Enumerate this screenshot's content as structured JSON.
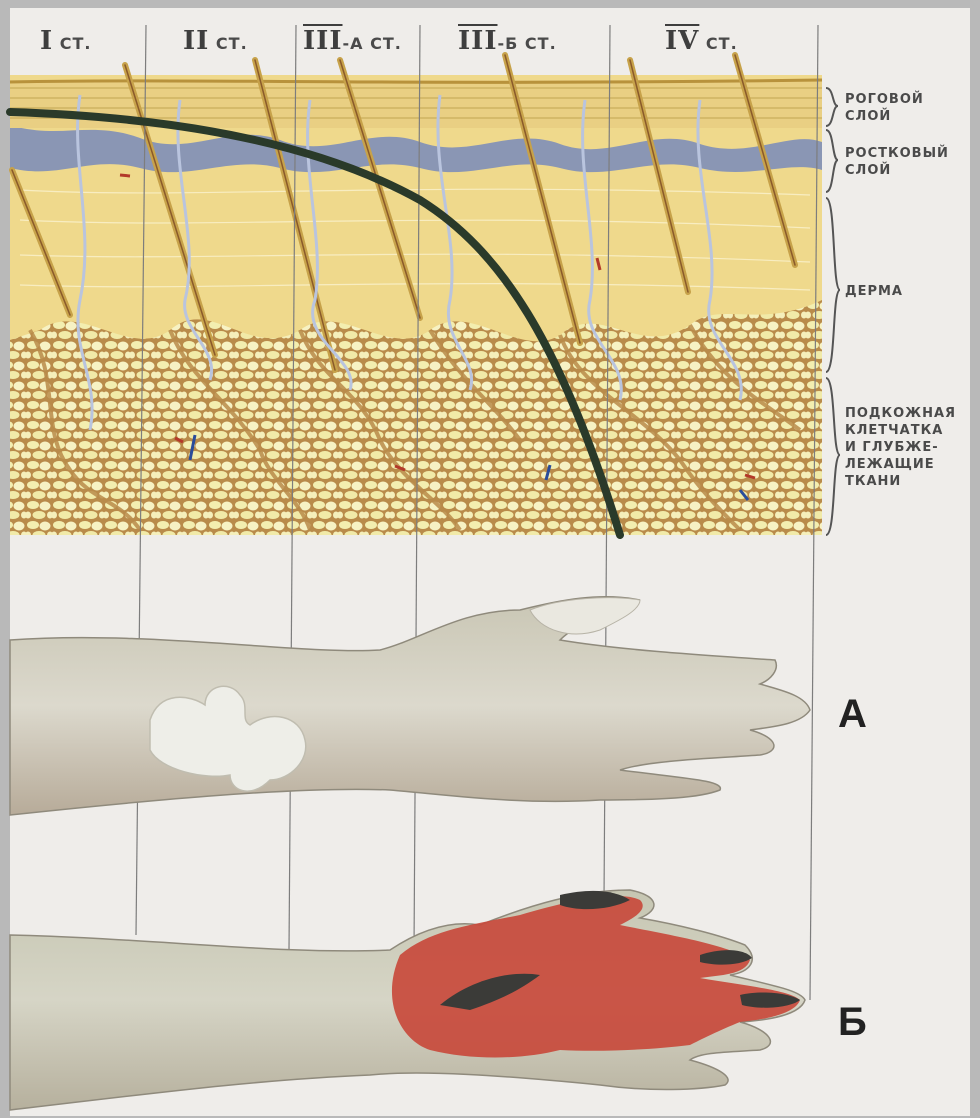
{
  "degrees": [
    {
      "numeral": "I",
      "suffix": "СТ."
    },
    {
      "numeral": "II",
      "suffix": "СТ."
    },
    {
      "numeral": "III",
      "suffix": "-А СТ."
    },
    {
      "numeral": "III",
      "suffix": "-Б СТ."
    },
    {
      "numeral": "IV",
      "suffix": "СТ."
    }
  ],
  "layers": [
    {
      "label": "РОГОВОЙ\nСЛОЙ"
    },
    {
      "label": "РОСТКОВЫЙ\nСЛОЙ"
    },
    {
      "label": "ДЕРМА"
    },
    {
      "label": "ПОДКОЖНАЯ\nКЛЕТЧАТКА\nИ ГЛУБЖЕ-\nЛЕЖАЩИЕ\nТКАНИ"
    }
  ],
  "hands": {
    "top_label": "А",
    "bottom_label": "Б"
  },
  "colors": {
    "horny_layer": "#e9cf83",
    "germinal_layer": "#8a96b4",
    "dermis": "#efd98c",
    "subcutis": "#f1eaa8",
    "septa": "#b98b4a",
    "depth_curve": "#2a3a2a",
    "skin_hand_a": "#d4d0c4",
    "burn_hand_b": "#c84a3c",
    "eschar": "#3b3b38"
  }
}
